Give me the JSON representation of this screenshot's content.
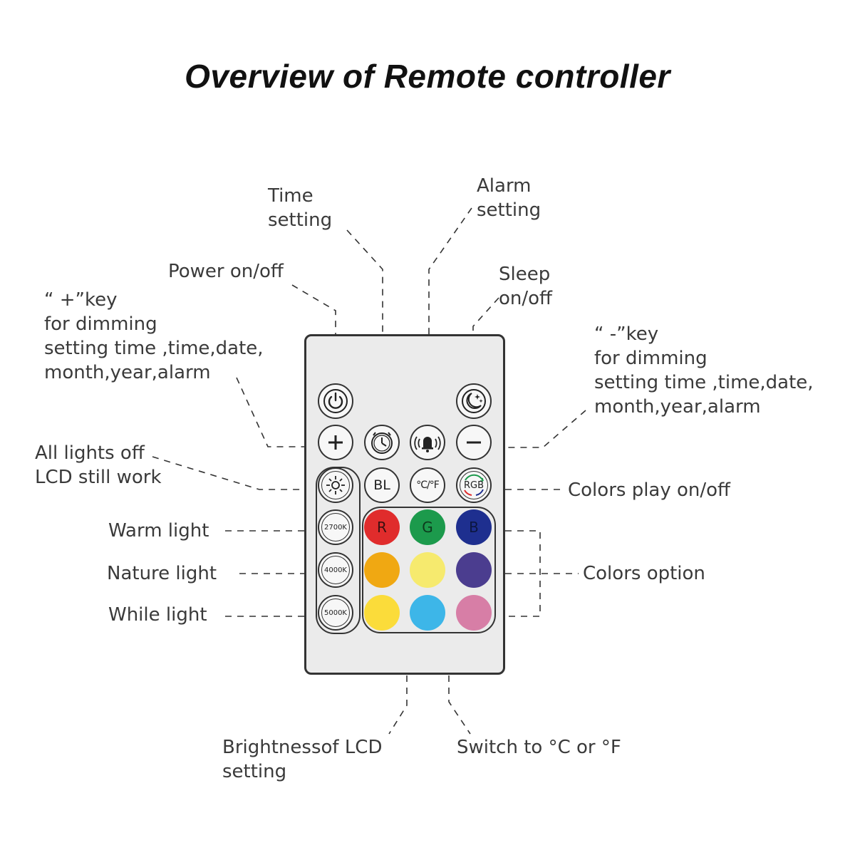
{
  "title": "Overview of Remote controller",
  "labels": {
    "time_setting": [
      "Time",
      "setting"
    ],
    "alarm_setting": [
      "Alarm",
      "setting"
    ],
    "power": [
      "Power on/off"
    ],
    "sleep": [
      "Sleep",
      "on/off"
    ],
    "plus_key": [
      "“ +”key",
      "for dimming",
      "setting time ,time,date,",
      "month,year,alarm"
    ],
    "minus_key": [
      "“ -”key",
      "for dimming",
      "setting time ,time,date,",
      "month,year,alarm"
    ],
    "all_lights_off": [
      "All lights off",
      "LCD still work"
    ],
    "colors_play": [
      "Colors play on/off"
    ],
    "warm_light": [
      "Warm light"
    ],
    "nature_light": [
      "Nature light"
    ],
    "white_light": [
      "While light"
    ],
    "colors_option": [
      "Colors option"
    ],
    "brightness_lcd": [
      "Brightnessof LCD",
      "setting"
    ],
    "switch_temp": [
      "Switch to °C or °F"
    ]
  },
  "buttons": {
    "bl": "BL",
    "temp_unit": "°C/°F",
    "rgb": "RGB",
    "k2700": "2700K",
    "k4000": "4000K",
    "k5000": "5000K",
    "r": "R",
    "g": "G",
    "b": "B"
  },
  "colors": {
    "red": "#e02c2c",
    "green": "#1c9a4c",
    "blue": "#1e2f8f",
    "orange": "#f0a812",
    "yellow": "#f6ea6e",
    "indigo": "#4b3d8f",
    "gold": "#fbdc3a",
    "sky": "#3db6e8",
    "pink": "#d77ea6",
    "remote_body": "#ebebeb"
  }
}
